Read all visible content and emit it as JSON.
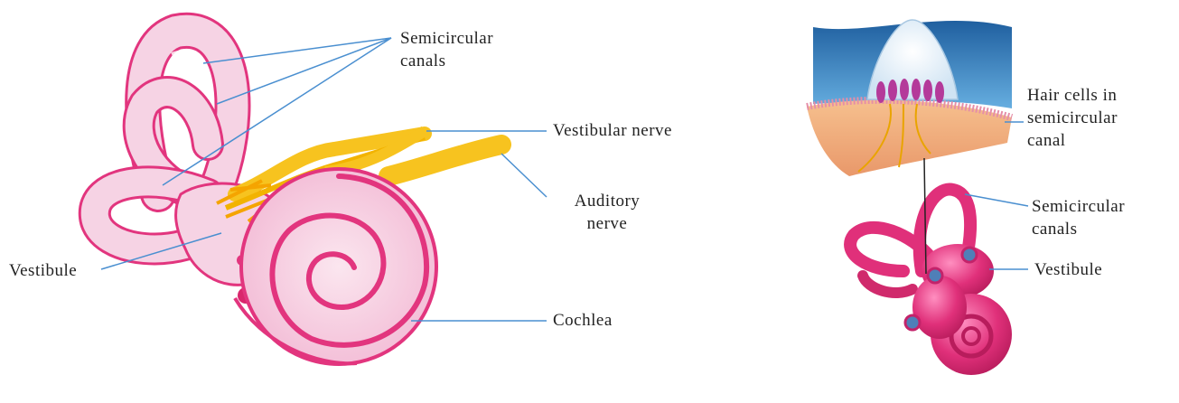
{
  "labels": {
    "semicircular_canals_left": [
      "Semicircular",
      "canals"
    ],
    "vestibular_nerve": "Vestibular  nerve",
    "auditory_nerve": [
      "Auditory",
      "nerve"
    ],
    "vestibule_left": "Vestibule",
    "cochlea": "Cochlea",
    "hair_cells": [
      "Hair cells in",
      "semicircular",
      "canal"
    ],
    "semicircular_canals_right": [
      "Semicircular",
      "canals"
    ],
    "vestibule_right": "Vestibule"
  },
  "colors": {
    "leader_line": "#4a8fd0",
    "organ_pink_light": "#f6d3e4",
    "organ_pink_outline": "#e2357e",
    "nerve_yellow": "#f7c31f",
    "fluid_blue": "#2f79b8",
    "tissue_orange": "#f0b07a",
    "hair_cell_purple": "#b43a9a",
    "magenta_organ": "#e0307a"
  }
}
